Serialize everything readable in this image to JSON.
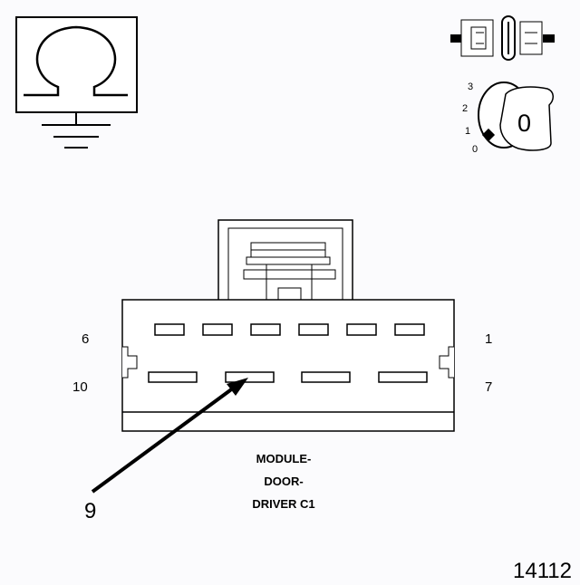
{
  "connector": {
    "pin_labels": {
      "top_left": "6",
      "top_right": "1",
      "bottom_left": "10",
      "bottom_right": "7"
    },
    "callout_pin": "9",
    "module_lines": [
      "MODULE-",
      "DOOR-",
      "DRIVER C1"
    ]
  },
  "ignition": {
    "positions": [
      "3",
      "2",
      "1",
      "0"
    ],
    "key_label": "0"
  },
  "figure_number": "14112",
  "icons": [
    "ohmmeter-ground-icon",
    "connector-unplugged-icon",
    "ignition-key-off-icon"
  ]
}
